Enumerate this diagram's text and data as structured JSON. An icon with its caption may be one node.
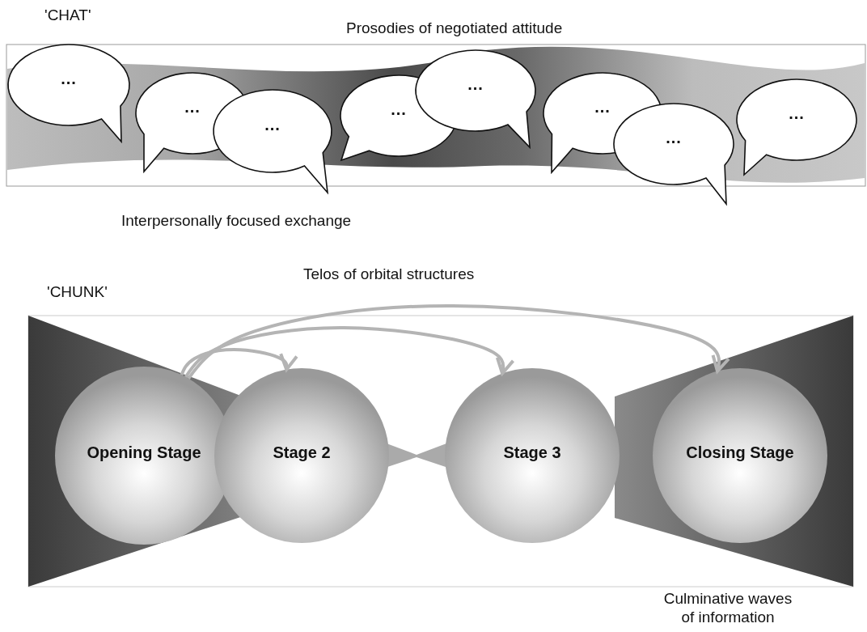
{
  "diagram": {
    "nodes": [
      {
        "text": [
          "..."
        ]
      },
      {
        "text": [
          "..."
        ]
      },
      {
        "text": [
          "..."
        ]
      },
      {
        "text": [
          "..."
        ]
      },
      {
        "text": [
          "..."
        ]
      },
      {
        "text": [
          "..."
        ]
      },
      {
        "text": [
          "..."
        ]
      },
      {
        "text": [
          "..."
        ]
      },
      {
        "text": [
          "Opening Stage"
        ]
      },
      {
        "text": [
          "Stage 2"
        ]
      },
      {
        "text": [
          "Stage 3"
        ]
      },
      {
        "text": [
          "Closing Stage"
        ]
      }
    ],
    "edges": [
      {
        "from": 8,
        "to": 9,
        "arrow": "to"
      },
      {
        "from": 8,
        "to": 10,
        "arrow": "to"
      },
      {
        "from": 8,
        "to": 11,
        "arrow": "to"
      }
    ],
    "labels": [
      "'CHAT'",
      "Prosodies of negotiated attitude",
      "Interpersonally focused exchange",
      "'CHUNK'",
      "Telos of orbital structures",
      "Culminative waves of information"
    ]
  }
}
